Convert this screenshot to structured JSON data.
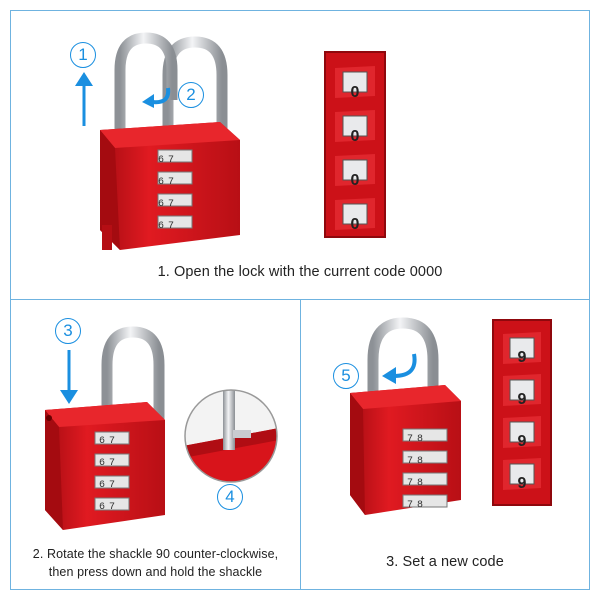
{
  "steps": {
    "step1_caption": "1. Open the lock with the current code 0000",
    "step2_caption_line1": "2. Rotate the shackle 90 counter-clockwise,",
    "step2_caption_line2": "then press down and hold the shackle",
    "step3_caption": "3. Set a new code"
  },
  "markers": [
    "1",
    "2",
    "3",
    "4",
    "5"
  ],
  "lock_dial_digits": {
    "left_visible": [
      "6",
      "7"
    ],
    "closeup_panel1": "0",
    "panel3_lock_left": [
      "7",
      "8"
    ],
    "closeup_panel3": "9"
  },
  "colors": {
    "lock_red": "#d8141b",
    "lock_dark": "#a40b10",
    "accent_blue": "#1a8fe0",
    "frame_border": "#6fb3e0",
    "chrome": "#c9ccd0"
  },
  "icons": [
    "arrow-up-icon",
    "rotate-arrow-icon",
    "arrow-down-icon",
    "curved-arrow-icon"
  ]
}
